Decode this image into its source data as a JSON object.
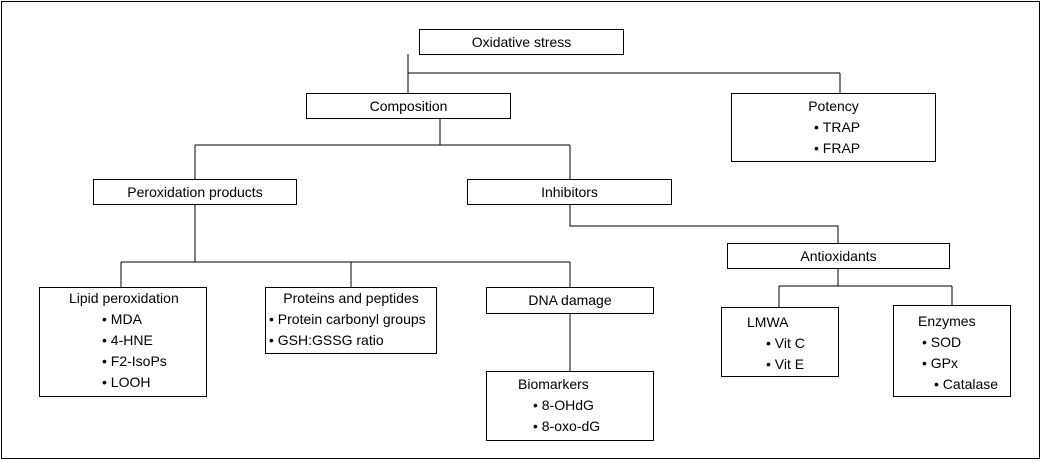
{
  "nodes": {
    "oxidative_stress": {
      "title": "Oxidative stress"
    },
    "composition": {
      "title": "Composition"
    },
    "potency": {
      "title": "Potency",
      "items": [
        "TRAP",
        "FRAP"
      ]
    },
    "peroxidation_products": {
      "title": "Peroxidation products"
    },
    "inhibitors": {
      "title": "Inhibitors"
    },
    "antioxidants": {
      "title": "Antioxidants"
    },
    "lipid_peroxidation": {
      "title": "Lipid peroxidation",
      "items": [
        "MDA",
        "4-HNE",
        "F2-IsoPs",
        "LOOH"
      ]
    },
    "proteins_peptides": {
      "title": "Proteins and peptides",
      "items": [
        "Protein carbonyl groups",
        "GSH:GSSG ratio"
      ]
    },
    "dna_damage": {
      "title": "DNA damage"
    },
    "biomarkers": {
      "title": "Biomarkers",
      "items": [
        "8-OHdG",
        "8-oxo-dG"
      ]
    },
    "lmwa": {
      "title": "LMWA",
      "items": [
        "Vit C",
        "Vit E"
      ]
    },
    "enzymes": {
      "title": "Enzymes",
      "items": [
        "SOD",
        "GPx",
        "Catalase"
      ]
    }
  }
}
